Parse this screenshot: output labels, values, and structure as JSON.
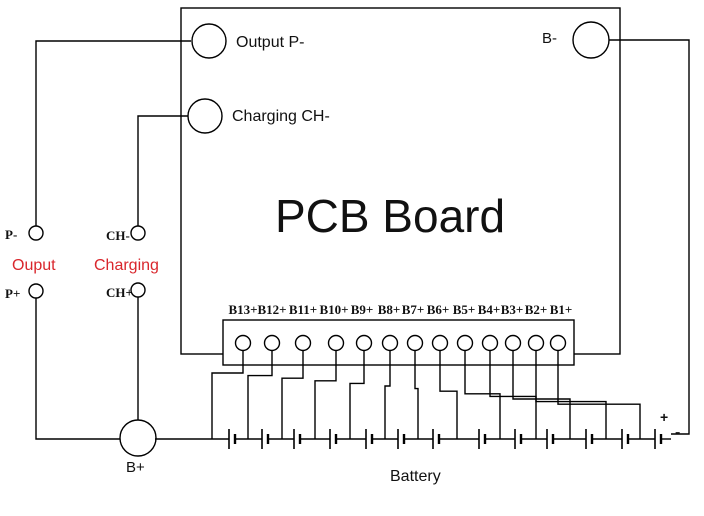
{
  "board": {
    "title": "PCB Board",
    "output_label": "Output P-",
    "charging_label": "Charging CH-",
    "bminus_label": "B-"
  },
  "balance_labels": [
    "B13+",
    "B12+",
    "B11+",
    "B10+",
    "B9+",
    "B8+",
    "B7+",
    "B6+",
    "B5+",
    "B4+",
    "B3+",
    "B2+",
    "B1+"
  ],
  "left": {
    "p_minus": "P-",
    "p_plus": "P+",
    "output_caption": "Ouput",
    "ch_minus": "CH-",
    "ch_plus": "CH+",
    "charging_caption": "Charging",
    "caption_color": "#d9262c"
  },
  "bplus_label": "B+",
  "battery_label": "Battery",
  "polarity": {
    "plus": "+",
    "minus": "-"
  }
}
